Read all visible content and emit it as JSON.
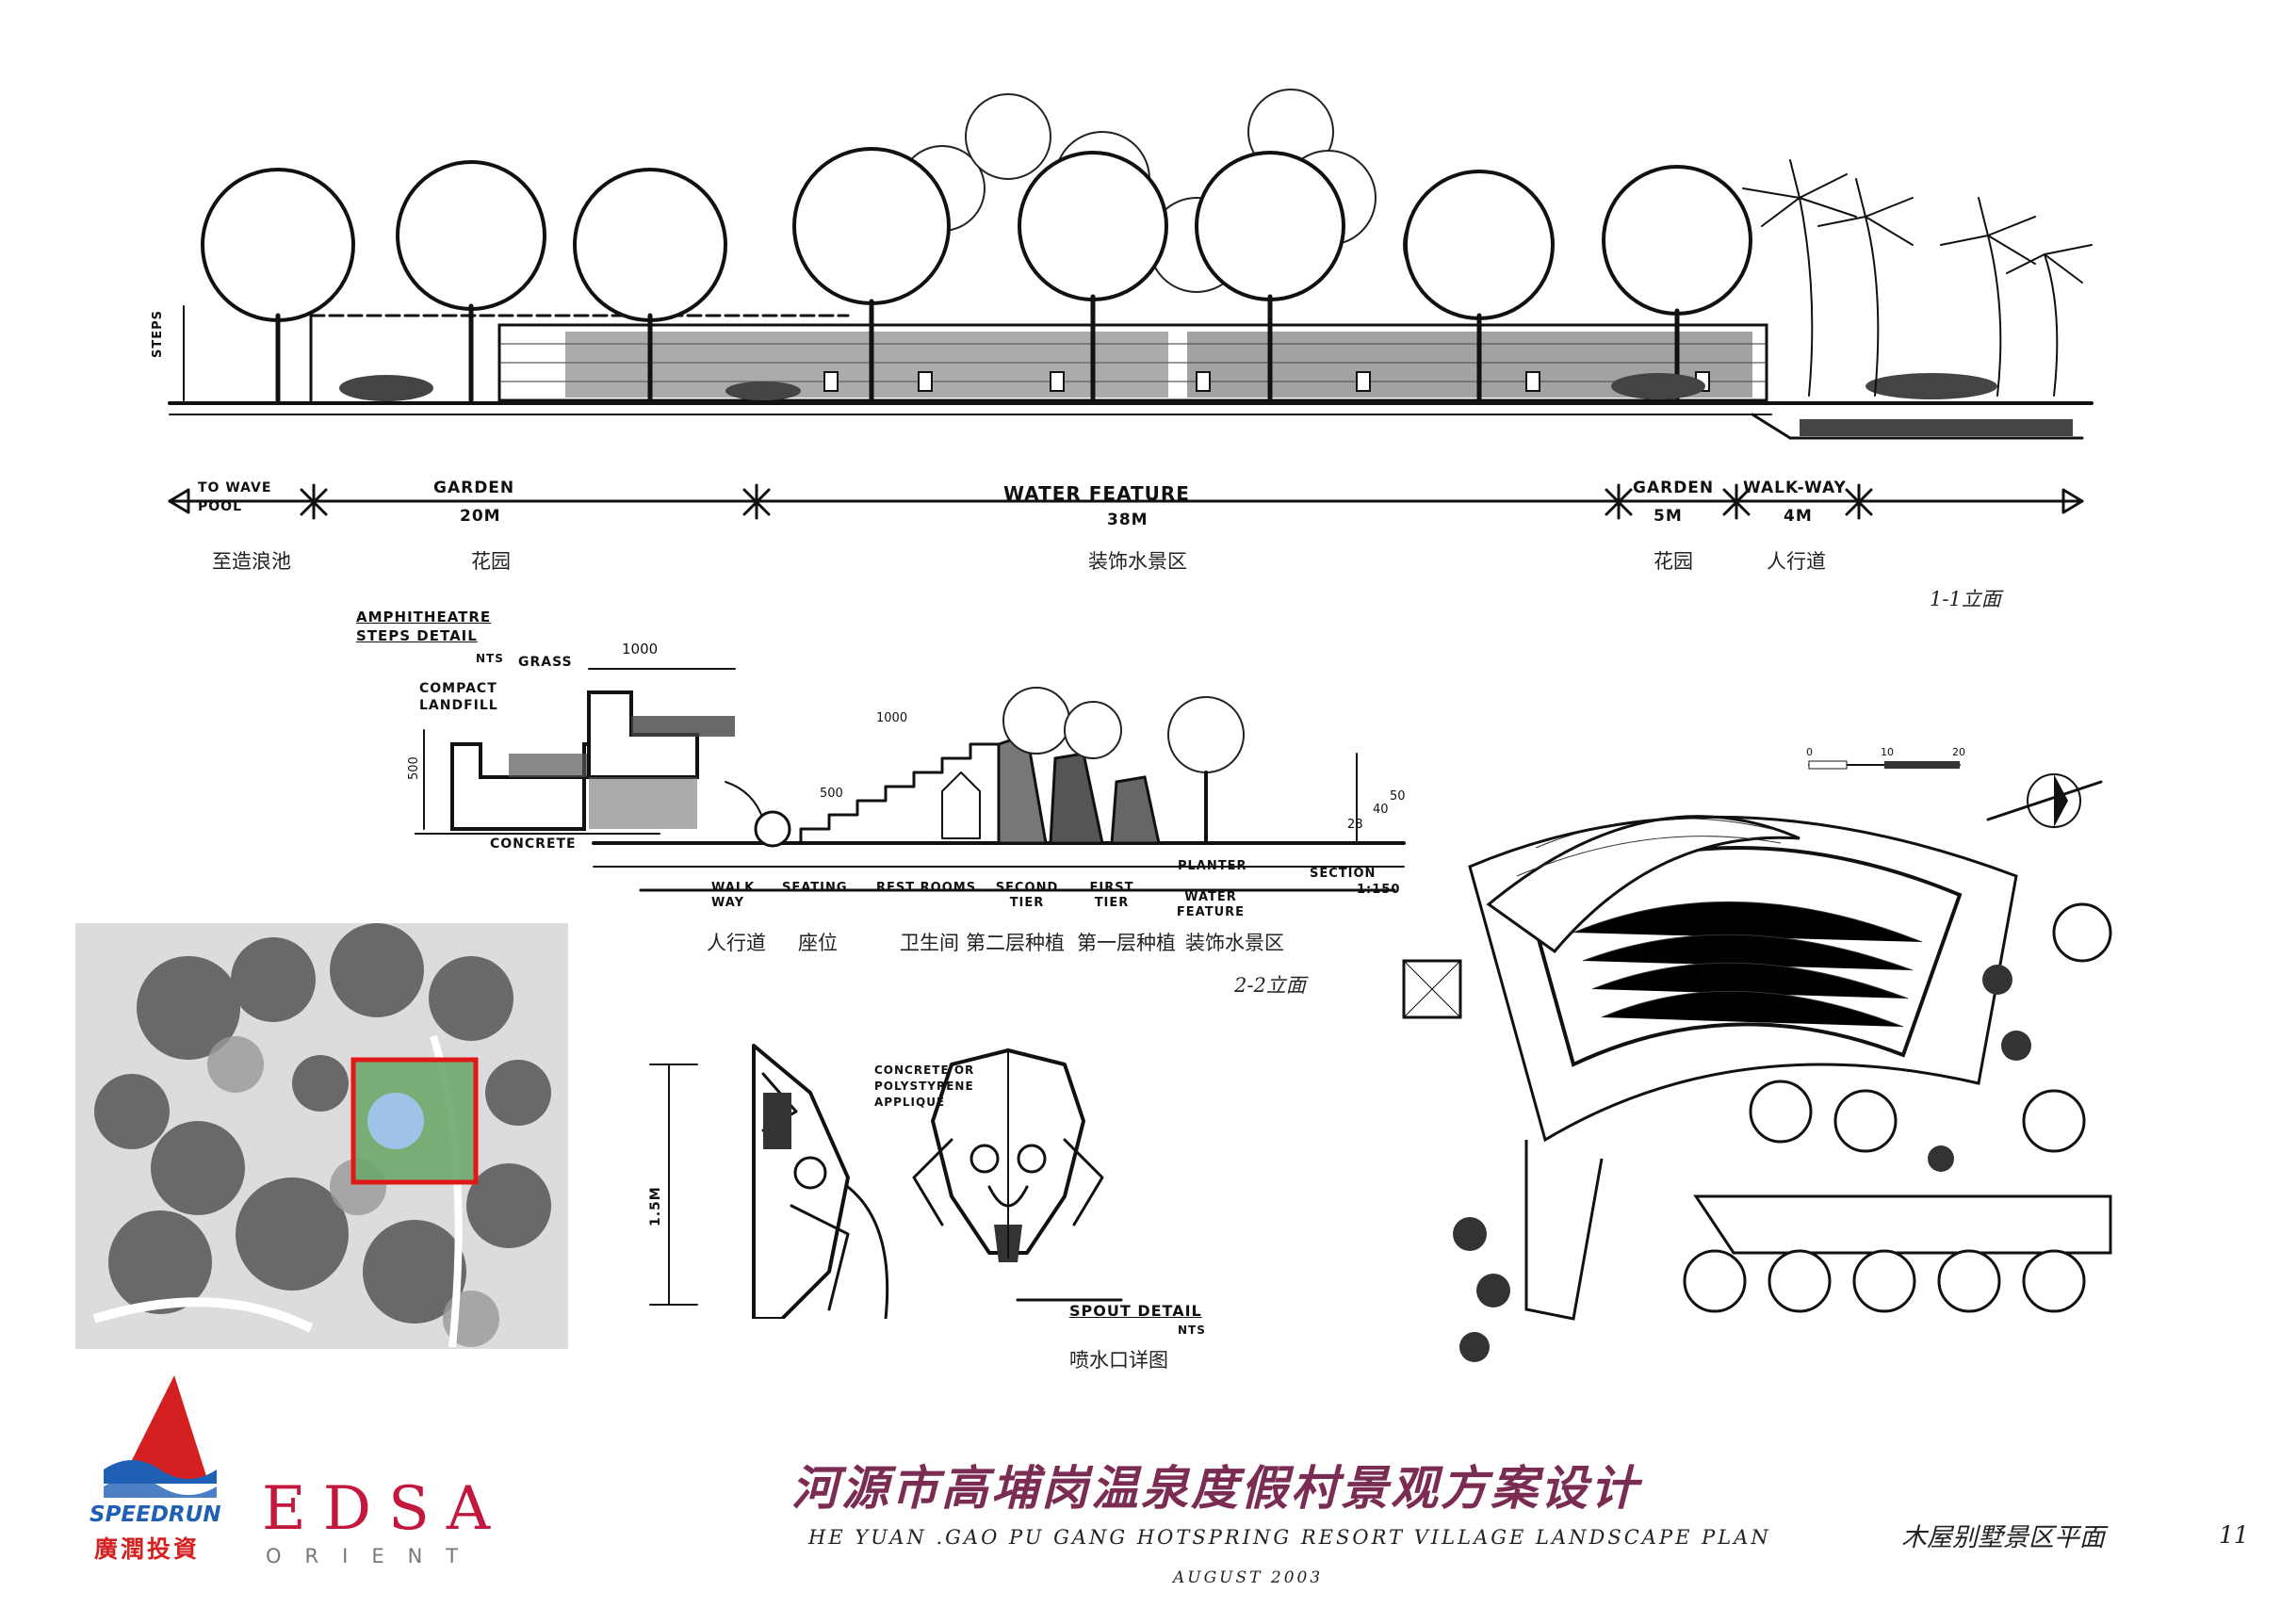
{
  "elevation_1": {
    "labels": {
      "to_wave_pool": "TO WAVE POOL",
      "garden": "GARDEN",
      "garden_dim": "20M",
      "water_feature": "WATER FEATURE",
      "water_dim": "38M",
      "garden2": "GARDEN",
      "garden2_dim": "5M",
      "walkway": "WALK-WAY",
      "walkway_dim": "4M",
      "steps": "STEPS"
    },
    "cn_labels": {
      "wave_pool": "至造浪池",
      "garden": "花园",
      "water_feature": "装饰水景区",
      "garden2": "花园",
      "walkway": "人行道"
    },
    "caption": "1-1立面"
  },
  "amphitheatre": {
    "title": "AMPHITHEATRE STEPS DETAIL",
    "nts": "NTS",
    "grass": "GRASS",
    "compact_landfill": "COMPACT LANDFILL",
    "concrete": "CONCRETE",
    "dim_1000": "1000",
    "dim_500": "500"
  },
  "elevation_2": {
    "labels": {
      "walkway": "WALK WAY",
      "seating": "SEATING",
      "rest_rooms": "REST ROOMS",
      "second_tier": "SECOND TIER",
      "first_tier": "FIRST TIER",
      "planter": "PLANTER",
      "water_feature": "WATER FEATURE",
      "section": "SECTION",
      "scale": "1:150",
      "dim_1000": "1000",
      "dim_500": "500",
      "dim_28": "28",
      "dim_40": "40",
      "dim_50": "50"
    },
    "cn_labels": {
      "walkway": "人行道",
      "seating": "座位",
      "rest_rooms": "卫生间",
      "second_tier": "第二层种植",
      "first_tier": "第一层种植",
      "water_feature": "装饰水景区"
    },
    "caption": "2-2立面"
  },
  "spout": {
    "note": "CONCRETE OR POLYSTYRENE APPLIQUE",
    "title": "SPOUT DETAIL",
    "nts": "NTS",
    "dim": "1.5M",
    "caption": "喷水口详图"
  },
  "plan": {
    "caption": "木屋别墅景区平面",
    "scale_ticks": [
      "0",
      "10",
      "20"
    ]
  },
  "title_block": {
    "title_cn": "河源市高埔岗温泉度假村景观方案设计",
    "title_en": "HE YUAN .GAO PU GANG HOTSPRING RESORT VILLAGE LANDSCAPE PLAN",
    "date": "AUGUST 2003",
    "page_number": "11",
    "logo_speedrun": "SPEEDRUN",
    "logo_speedrun_cn": "廣潤投資",
    "logo_edsa": "EDSA",
    "logo_orient": "ORIENT"
  },
  "colors": {
    "title": "#7a2c52",
    "edsa_red": "#c2183d",
    "speedrun_red": "#d42020",
    "speedrun_blue": "#1f5fb4",
    "highlight_red": "#e01818"
  }
}
